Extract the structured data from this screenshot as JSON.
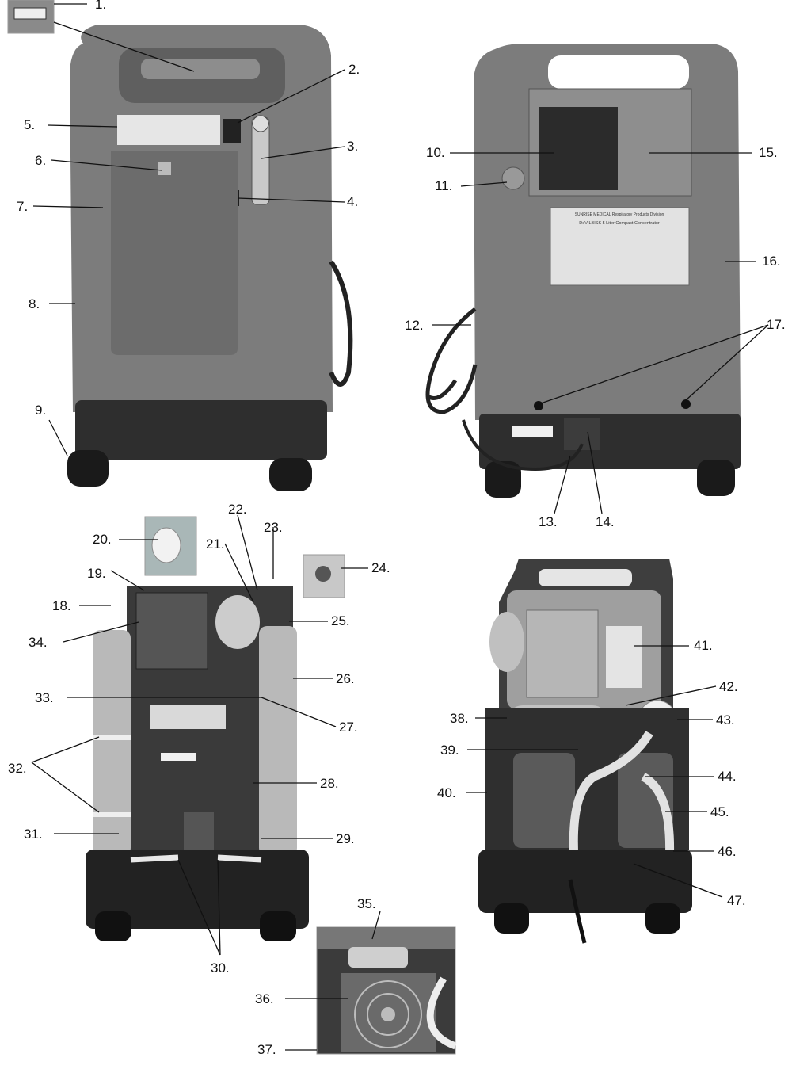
{
  "figure": {
    "panels": [
      {
        "id": "front",
        "subject": "concentrator-front"
      },
      {
        "id": "rear",
        "subject": "concentrator-rear"
      },
      {
        "id": "internal-left",
        "subject": "internal-view-left"
      },
      {
        "id": "internal-right",
        "subject": "internal-view-right"
      },
      {
        "id": "fan-inset",
        "subject": "cooling-fan-closeup"
      }
    ],
    "rear_label": {
      "heading": "SUNRISE MEDICAL  Respiratory Products Division",
      "brand": "DeVILBISS 5 Liter Compact Concentrator"
    },
    "callouts": [
      "1.",
      "2.",
      "3.",
      "4.",
      "5.",
      "6.",
      "7.",
      "8.",
      "9.",
      "10.",
      "11.",
      "12.",
      "13.",
      "14.",
      "15.",
      "16.",
      "17.",
      "18.",
      "19.",
      "20.",
      "21.",
      "22.",
      "23.",
      "24.",
      "25.",
      "26.",
      "27.",
      "28.",
      "29.",
      "30.",
      "31.",
      "32.",
      "33.",
      "34.",
      "35.",
      "36.",
      "37.",
      "38.",
      "39.",
      "40.",
      "41.",
      "42.",
      "43.",
      "44.",
      "45.",
      "46.",
      "47."
    ]
  },
  "colors": {
    "body_gray": "#7c7c7c",
    "body_light": "#9a9a9a",
    "base_dark": "#2e2e2e",
    "cylinder": "#b9b9b9",
    "background": "#ffffff",
    "ink": "#111111"
  }
}
